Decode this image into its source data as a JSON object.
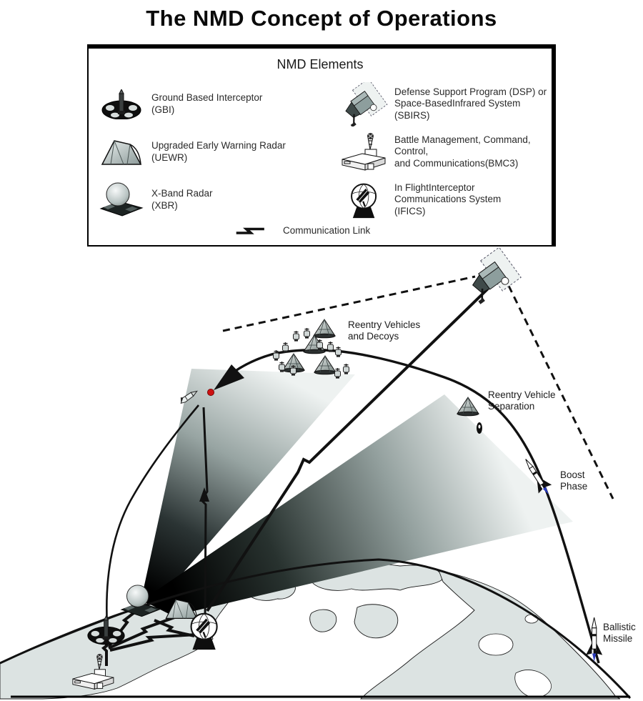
{
  "title": "The NMD Concept of Operations",
  "legend": {
    "title": "NMD Elements",
    "items": [
      {
        "icon": "gbi-icon",
        "label": "Ground Based Interceptor\n(GBI)"
      },
      {
        "icon": "dsp-sbirs-icon",
        "label": "Defense Support Program (DSP) or\nSpace-BasedInfrared System (SBIRS)"
      },
      {
        "icon": "uewr-icon",
        "label": "Upgraded Early Warning Radar\n(UEWR)"
      },
      {
        "icon": "bmc3-icon",
        "label": "Battle Management, Command, Control,\nand Communications(BMC3)"
      },
      {
        "icon": "xbr-icon",
        "label": "X-Band Radar\n(XBR)"
      },
      {
        "icon": "ifics-icon",
        "label": "In FlightInterceptor Communications System\n(IFICS)"
      }
    ],
    "comm_link_label": "Communication Link"
  },
  "diagram": {
    "labels": {
      "reentry_vehicles": "Reentry Vehicles\nand Decoys",
      "reentry_separation": "Reentry Vehicle\nSeparation",
      "boost_phase": "Boost\nPhase",
      "ballistic_missile": "Ballistic\nMissile"
    },
    "colors": {
      "intercept_dot": "#cc1111",
      "rocket_flame": "#2a3bbf",
      "land": "#dce3e2",
      "beam_dark": "#000000",
      "beam_light": "#eef2f1"
    }
  }
}
